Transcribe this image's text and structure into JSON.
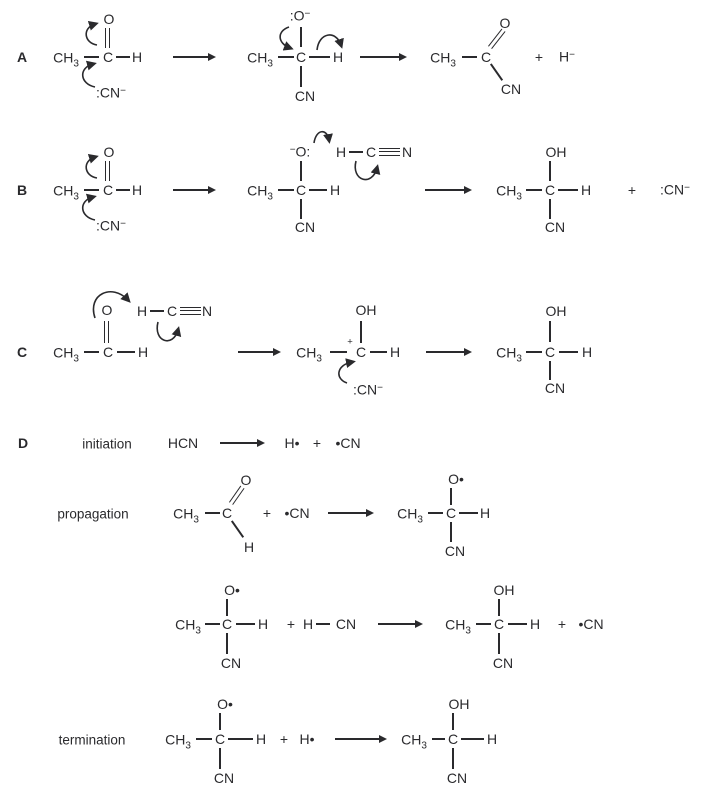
{
  "colors": {
    "ink": "#2a2a2d",
    "background": "#ffffff"
  },
  "rows": {
    "a": "A",
    "b": "B",
    "c": "C",
    "d": "D"
  },
  "steps": {
    "initiation": "initiation",
    "propagation": "propagation",
    "termination": "termination"
  },
  "atoms": {
    "ch": "CH",
    "three": "3",
    "c": "C",
    "h": "H",
    "o": "O",
    "oh": "OH",
    "cn": "CN",
    "n": "N",
    "hcn": "HCN",
    "o_pair": ":O",
    "o_colon": "O:",
    "cn_pair": ":CN",
    "minus": "−",
    "plus": "+",
    "charge_plus": "+",
    "o_rad": "O•",
    "h_rad": "H•",
    "cn_rad": "•CN"
  }
}
